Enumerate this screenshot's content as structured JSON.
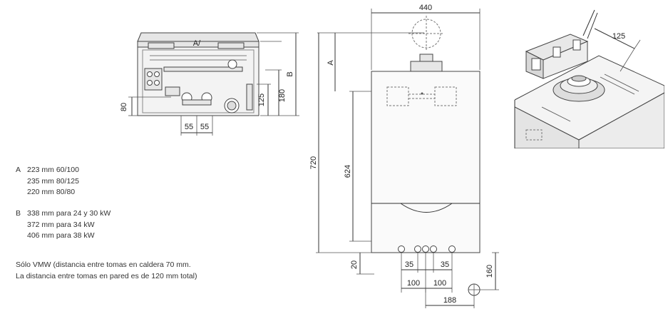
{
  "dimensions": {
    "width_total": "440",
    "depth": "125",
    "label_a": "A",
    "label_b": "B",
    "height_total": "720",
    "height_mid": "624",
    "bottom_offset": "20",
    "right_height": "160",
    "spacing_35_left": "35",
    "spacing_35_right": "35",
    "spacing_100_left": "100",
    "spacing_100_right": "100",
    "spacing_188": "188",
    "side_180": "180",
    "side_125": "125",
    "side_80": "80",
    "side_55_left": "55",
    "side_55_right": "55",
    "top_view_label": "A/"
  },
  "notes": {
    "a_key": "A",
    "a_lines": [
      "223 mm 60/100",
      "235 mm 80/125",
      "220 mm 80/80"
    ],
    "b_key": "B",
    "b_lines": [
      "338 mm para 24 y 30 kW",
      "372 mm para 34 kW",
      "406 mm para 38 kW"
    ],
    "vmw_line1": "Sólo VMW (distancia entre tomas en caldera 70 mm.",
    "vmw_line2": "La distancia entre tomas en pared es de 120 mm total)"
  }
}
